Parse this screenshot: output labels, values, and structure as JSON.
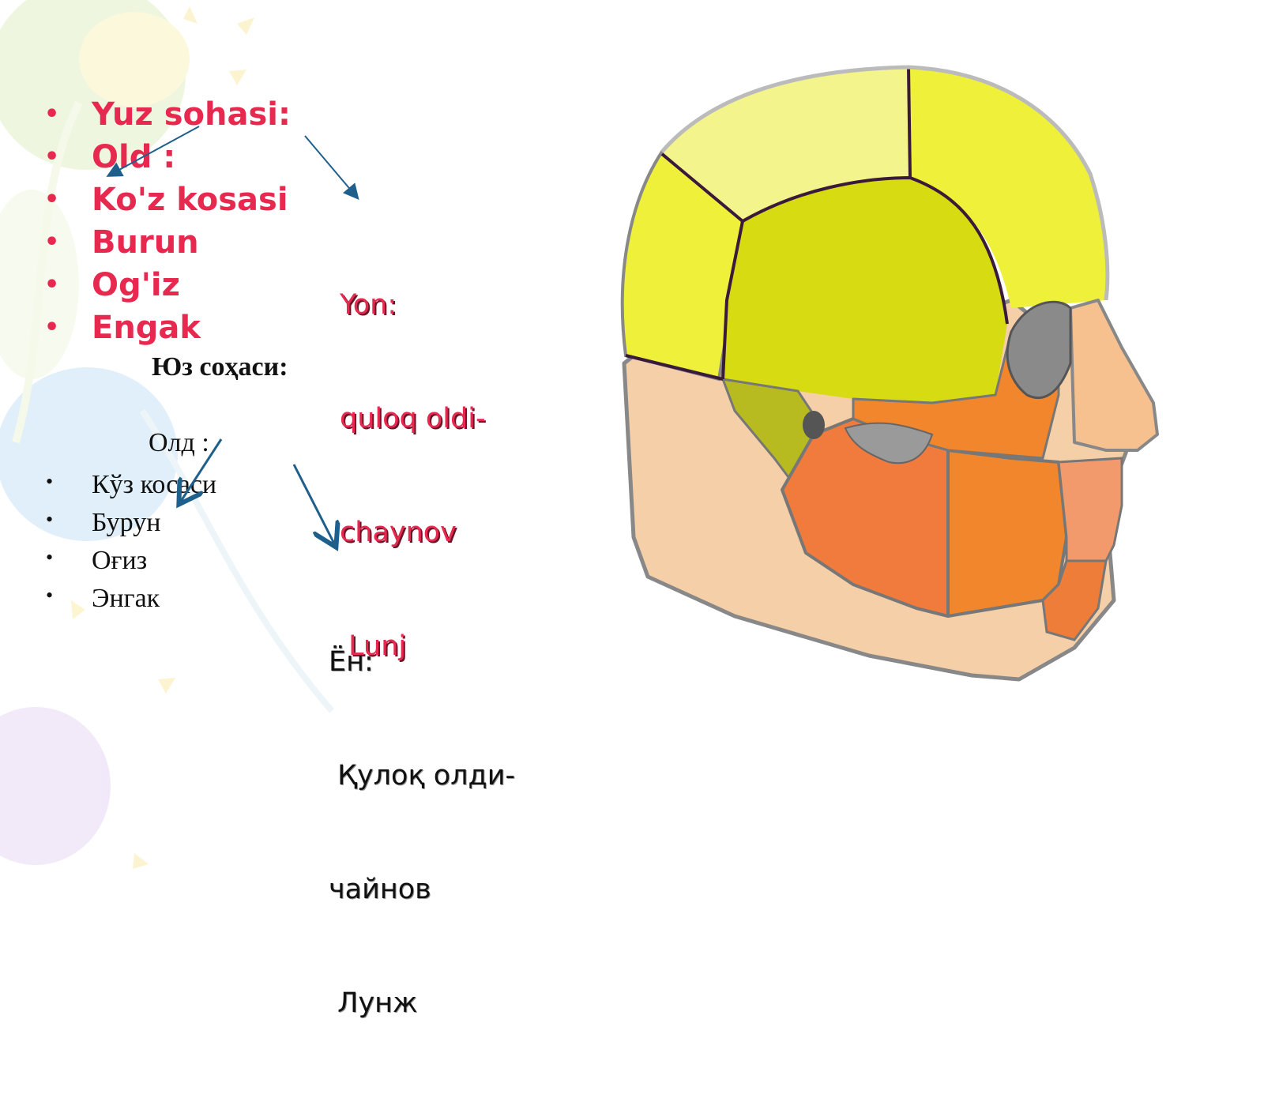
{
  "latin": {
    "items": [
      "Yuz sohasi:",
      "Old :",
      "Ko'z kosasi",
      "Burun",
      "Og'iz",
      "Engak"
    ],
    "side_title": "Yon:",
    "side_lines": [
      "quloq oldi-",
      "chaynov",
      " Lunj"
    ]
  },
  "cyrillic": {
    "heading": "Юз соҳаси:",
    "old_label": "Олд :",
    "items": [
      "Кўз косаси",
      "Бурун",
      "Оғиз",
      "Энгак"
    ],
    "side_title": "Ён:",
    "side_lines": [
      " Қулоқ олди-",
      "чайнов",
      " Лунж"
    ]
  },
  "colors": {
    "latin_text": "#e8294f",
    "arrow": "#1f5f8b",
    "outline": "#3a1a3a",
    "skin": "#f5cfa8",
    "cranium_light": "#f4f48c",
    "cranium": "#eef03a",
    "temporal": "#d6db12",
    "infratemporal": "#b7bb1f",
    "parotid": "#f2862d",
    "buccal": "#f07b3d",
    "mouth": "#f29a6b",
    "chin": "#ef7d3a",
    "nose": "#f6c08f"
  }
}
